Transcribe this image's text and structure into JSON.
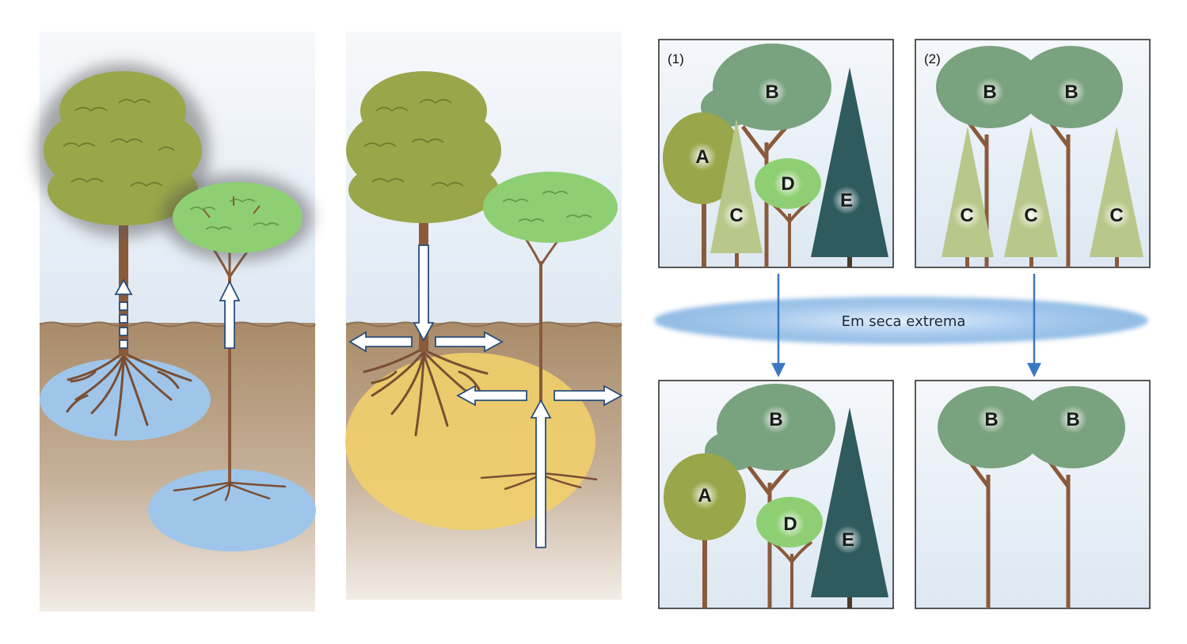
{
  "banner": {
    "label": "Em seca extrema"
  },
  "panels": {
    "top_left": {
      "label": "(1)",
      "letters": [
        "A",
        "B",
        "C",
        "D",
        "E"
      ]
    },
    "top_right": {
      "label": "(2)",
      "letters": [
        "B",
        "B",
        "C",
        "C",
        "C"
      ]
    },
    "bottom_left": {
      "letters": [
        "A",
        "B",
        "D",
        "E"
      ]
    },
    "bottom_right": {
      "letters": [
        "B",
        "B"
      ]
    }
  },
  "colors": {
    "sky": "#e6eef6",
    "soil": "#b49a7c",
    "water": "#9fc6ea",
    "hydraulic_zone": "#f1cf6a",
    "trunk": "#8a5a3b",
    "canopy_olive": "#9aa64a",
    "canopy_light": "#8fcf74",
    "canopy_bluegreen": "#79a27e",
    "conifer_light": "#b8c88a",
    "spruce": "#2f5b5e",
    "arrow_fill": "#ffffff",
    "arrow_stroke": "#2a4d7a",
    "banner": "#7fb0e0"
  }
}
